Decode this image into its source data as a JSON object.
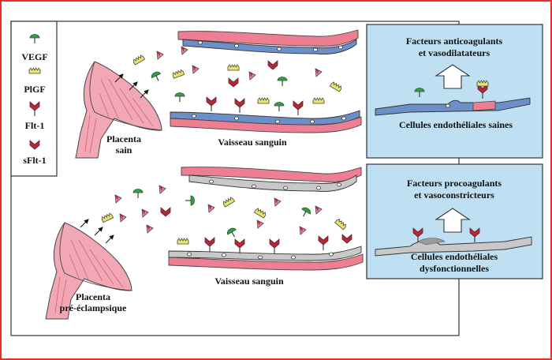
{
  "legend": {
    "items": [
      {
        "label": "VEGF"
      },
      {
        "label": "PlGF"
      },
      {
        "label": "Flt-1"
      },
      {
        "label": "sFlt-1"
      }
    ]
  },
  "healthy": {
    "placenta_label_1": "Placenta",
    "placenta_label_2": "sain",
    "vessel_label": "Vaisseau sanguin",
    "box_title_1": "Facteurs anticoagulants",
    "box_title_2": "et vasodilatateurs",
    "box_caption": "Cellules endothéliales saines"
  },
  "preeclampsia": {
    "placenta_label_1": "Placenta",
    "placenta_label_2": "pré-éclampsique",
    "vessel_label": "Vaisseau sanguin",
    "box_title_1": "Facteurs procoagulants",
    "box_title_2": "et vasoconstricteurs",
    "box_caption_1": "Cellules endothéliales",
    "box_caption_2": "dysfonctionnelles"
  },
  "colors": {
    "frame": "#e8302a",
    "vegf": "#3a9a4a",
    "plgf": "#e8e25a",
    "flt1": "#b02a3a",
    "placenta": "#f2a8b4",
    "vessel_pink": "#ee7f93",
    "vessel_blue": "#6d8fc8",
    "vessel_grey": "#c8c8c8",
    "box_fill": "#bfe0f2"
  }
}
